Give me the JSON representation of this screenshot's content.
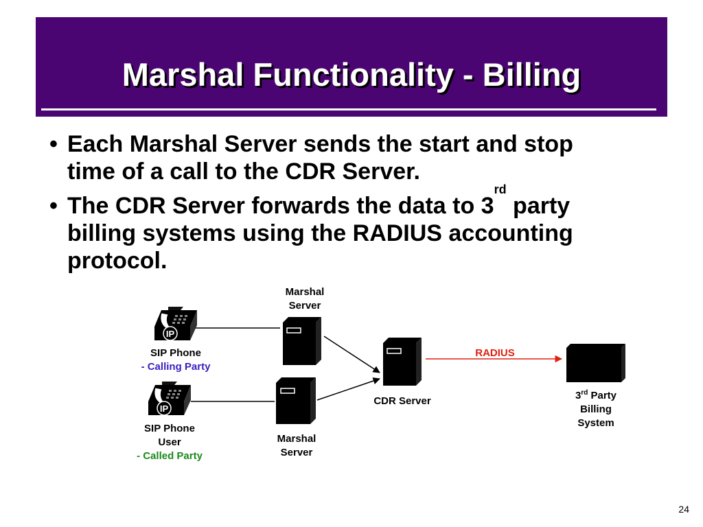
{
  "slide": {
    "title": "Marshal Functionality - Billing",
    "bullets": [
      {
        "text": "Each Marshal Server sends the start and stop time of a call to the CDR Server."
      },
      {
        "text_before_sup": "The CDR Server forwards the data to 3",
        "sup": "rd",
        "text_after_sup": " party billing systems using the RADIUS accounting protocol."
      }
    ],
    "page_number": "24"
  },
  "diagram": {
    "phone_badge": "IP",
    "sip_phone_calling": {
      "line1": "SIP Phone",
      "line2": "- Calling Party"
    },
    "sip_phone_called": {
      "line1": "SIP Phone",
      "line2": "User",
      "line3": "- Called Party"
    },
    "marshal_server_top": {
      "line1": "Marshal",
      "line2": "Server"
    },
    "marshal_server_bottom": {
      "line1": "Marshal",
      "line2": "Server"
    },
    "cdr_server": "CDR Server",
    "radius": "RADIUS",
    "billing": {
      "line1_num": "3",
      "line1_sup": "rd",
      "line1_rest": " Party",
      "line2": "Billing",
      "line3": "System"
    },
    "colors": {
      "title_bg": "#4b0572",
      "calling": "#3a1fbf",
      "called": "#1a8a1a",
      "radius": "#e02010"
    }
  }
}
